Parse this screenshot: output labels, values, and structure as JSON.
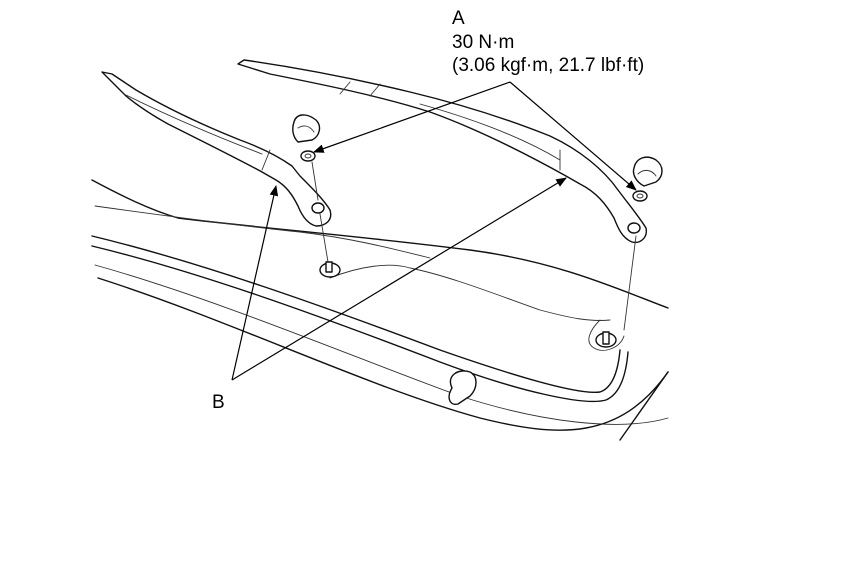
{
  "callout_a": {
    "letter": "A",
    "torque": "30 N·m",
    "torque_alt": "(3.06 kgf·m, 21.7 lbf·ft)"
  },
  "callout_b": {
    "letter": "B"
  }
}
